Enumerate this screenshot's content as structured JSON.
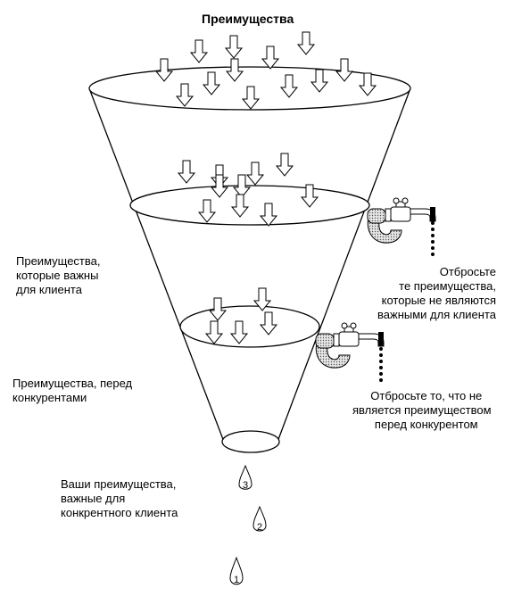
{
  "title": "Преимущества",
  "labels": {
    "important_for_client": [
      "Преимущества,",
      "которые важны",
      "для клиента"
    ],
    "vs_competitors": [
      "Преимущества, перед",
      "конкурентами"
    ],
    "your_advantages": [
      "Ваши преимущества,",
      "важные для",
      "конкрентного клиента"
    ],
    "discard_1": [
      "Отбросьте",
      "те преимущества,",
      "которые не являются",
      "важными для клиента"
    ],
    "discard_2": [
      "Отбросьте то, что не",
      "является преимуществом",
      "перед конкурентом"
    ]
  },
  "drops": [
    "3",
    "2",
    "1"
  ],
  "icons": {
    "arrow": "down-arrow-icon",
    "valve": "faucet-valve-icon",
    "drop": "water-drop-icon"
  },
  "colors": {
    "ink": "#000000",
    "pipe_fill": "#c8c8c8"
  }
}
